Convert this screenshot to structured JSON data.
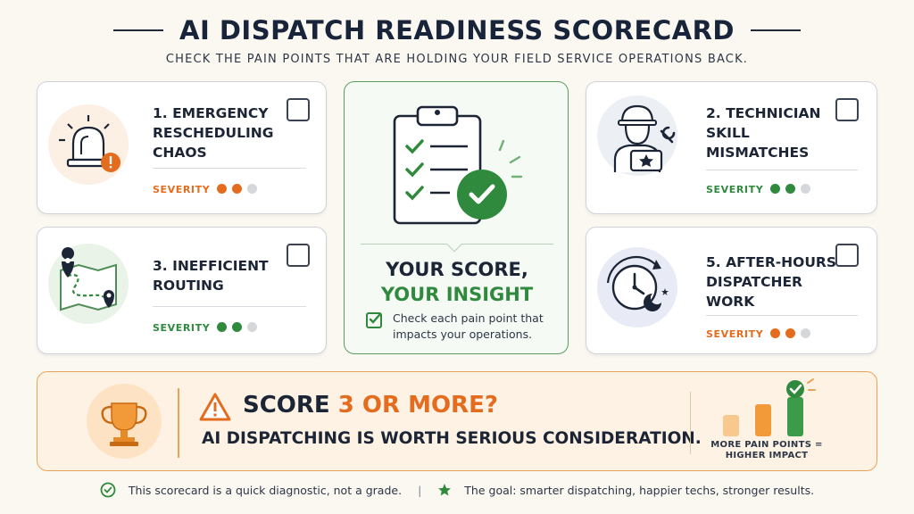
{
  "header": {
    "title": "AI DISPATCH READINESS SCORECARD",
    "subtitle": "CHECK THE PAIN POINTS THAT ARE HOLDING YOUR FIELD SERVICE OPERATIONS BACK."
  },
  "cards": [
    {
      "title_lines": [
        "1. EMERGENCY",
        "RESCHEDULING",
        "CHAOS"
      ],
      "severity_label": "SEVERITY",
      "severity_level": 2,
      "accent": "#e36c1e"
    },
    {
      "title_lines": [
        "2. TECHNICIAN",
        "SKILL",
        "MISMATCHES"
      ],
      "severity_label": "SEVERITY",
      "severity_level": 2,
      "accent": "#2f8a3e"
    },
    {
      "title_lines": [
        "3. INEFFICIENT",
        "ROUTING"
      ],
      "severity_label": "SEVERITY",
      "severity_level": 2,
      "accent": "#2f8a3e"
    },
    {
      "title_lines": [
        "5. AFTER-HOURS",
        "DISPATCHER",
        "WORK"
      ],
      "severity_label": "SEVERITY",
      "severity_level": 2,
      "accent": "#e36c1e"
    }
  ],
  "center": {
    "heading_line1": "YOUR SCORE,",
    "heading_line2": "YOUR INSIGHT",
    "note": "Check each pain point that impacts your operations."
  },
  "banner": {
    "score_prefix": "SCORE ",
    "score_highlight": "3 OR MORE?",
    "statement": "AI DISPATCHING IS WORTH SERIOUS CONSIDERATION.",
    "chart_caption": "MORE PAIN POINTS = HIGHER IMPACT"
  },
  "footer": {
    "left_text": "This scorecard is a quick diagnostic, not a grade.",
    "separator": "|",
    "right_text": "The goal: smarter dispatching, happier techs, stronger results."
  },
  "colors": {
    "orange": "#e36c1e",
    "green": "#2f8a3e",
    "dot_empty": "#d5d7da",
    "navy": "#1c2535"
  },
  "icons": [
    "siren-alert-icon",
    "technician-wrench-icon",
    "route-map-icon",
    "clock-moon-icon",
    "clipboard-checklist-icon",
    "trophy-icon",
    "warning-icon",
    "bar-chart-check-icon",
    "check-circle-icon",
    "star-icon"
  ]
}
